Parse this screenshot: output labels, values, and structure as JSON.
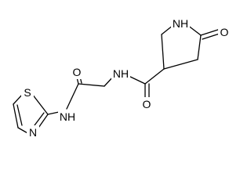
{
  "atoms": [
    {
      "id": "o-pyrrolidone",
      "label": "O"
    },
    {
      "id": "n-pyrrolidine",
      "label": "NH"
    },
    {
      "id": "n-amide-right",
      "label": "NH"
    },
    {
      "id": "o-carboxamide",
      "label": "O"
    },
    {
      "id": "o-glycine",
      "label": "O"
    },
    {
      "id": "n-amide-left",
      "label": "NH"
    },
    {
      "id": "s-thiazole",
      "label": "S"
    },
    {
      "id": "n-thiazole",
      "label": "N"
    }
  ]
}
